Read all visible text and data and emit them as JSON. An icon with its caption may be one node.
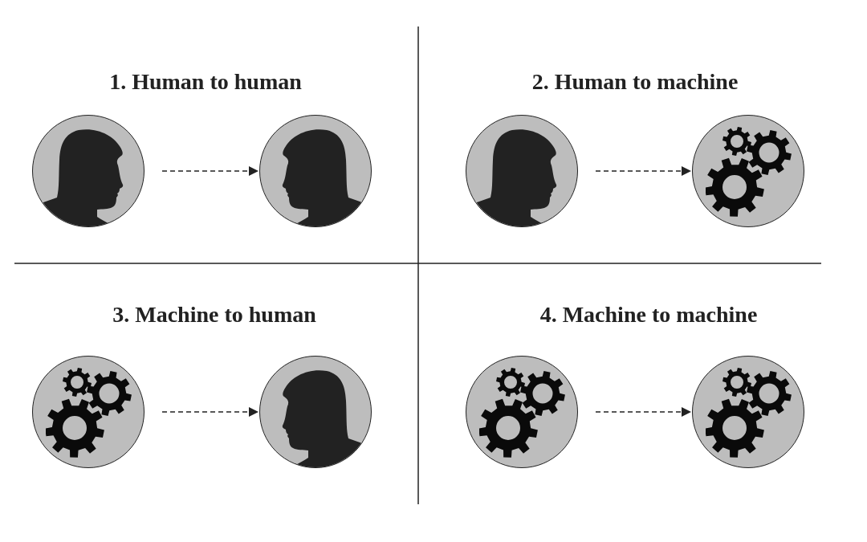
{
  "diagram": {
    "nodes": [
      {
        "text": [],
        "shape": "person"
      },
      {
        "text": [],
        "shape": "person"
      },
      {
        "text": [],
        "shape": "person"
      },
      {
        "text": [],
        "shape": "gears"
      },
      {
        "text": [],
        "shape": "gears"
      },
      {
        "text": [],
        "shape": "person"
      },
      {
        "text": [],
        "shape": "gears"
      },
      {
        "text": [],
        "shape": "gears"
      }
    ],
    "edges": [
      {
        "from": 0,
        "to": 1,
        "arrow": "to",
        "style": "dashed"
      },
      {
        "from": 2,
        "to": 3,
        "arrow": "to",
        "style": "dashed"
      },
      {
        "from": 4,
        "to": 5,
        "arrow": "to",
        "style": "dashed"
      },
      {
        "from": 6,
        "to": 7,
        "arrow": "to",
        "style": "dashed"
      }
    ],
    "labels": [
      "1. Human to human",
      "2. Human to machine",
      "3. Machine to human",
      "4. Machine to machine"
    ]
  }
}
